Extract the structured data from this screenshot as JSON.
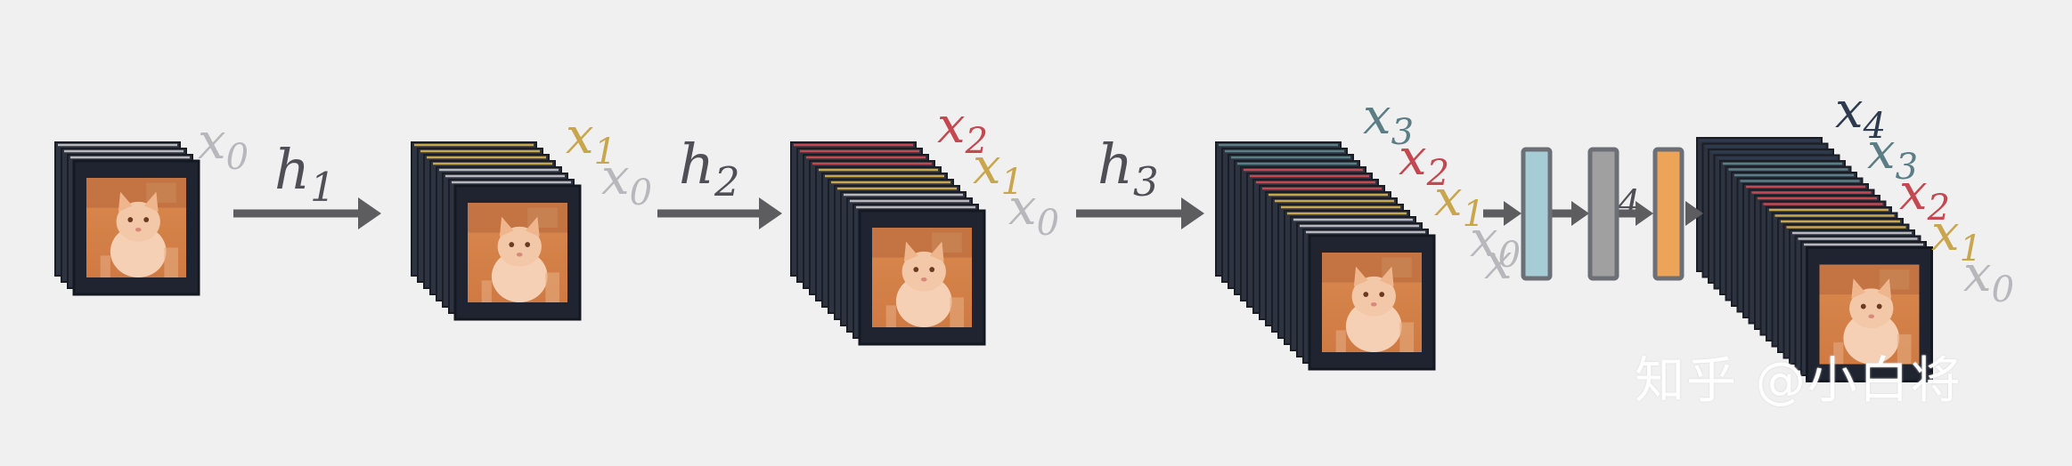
{
  "colors": {
    "background": "#f0f0f1",
    "x0": "#b7b7bc",
    "x1": "#c9a54c",
    "x2": "#c5474f",
    "x3": "#5b7e85",
    "x4": "#2e3a4d",
    "h": "#4f4f55",
    "arrow": "#5d5d60",
    "block_blue": "#a6cdd6",
    "block_gray": "#a0a0a0",
    "block_orange": "#eda358"
  },
  "stages": [
    {
      "name": "input",
      "layer_colors": [
        "x0",
        "x0",
        "x0"
      ],
      "labels": [
        {
          "text": "x",
          "sub": "0",
          "color": "x0"
        }
      ]
    },
    {
      "name": "after-h1",
      "layer_colors": [
        "x1",
        "x1",
        "x1",
        "x1",
        "x0",
        "x0",
        "x0"
      ],
      "labels": [
        {
          "text": "x",
          "sub": "1",
          "color": "x1"
        },
        {
          "text": "x",
          "sub": "0",
          "color": "x0"
        }
      ]
    },
    {
      "name": "after-h2",
      "layer_colors": [
        "x2",
        "x2",
        "x2",
        "x2",
        "x1",
        "x1",
        "x1",
        "x1",
        "x0",
        "x0",
        "x0"
      ],
      "labels": [
        {
          "text": "x",
          "sub": "2",
          "color": "x2"
        },
        {
          "text": "x",
          "sub": "1",
          "color": "x1"
        },
        {
          "text": "x",
          "sub": "0",
          "color": "x0"
        }
      ]
    },
    {
      "name": "after-h3",
      "layer_colors": [
        "x3",
        "x3",
        "x3",
        "x3",
        "x2",
        "x2",
        "x2",
        "x2",
        "x1",
        "x1",
        "x1",
        "x1",
        "x0",
        "x0",
        "x0"
      ],
      "labels": [
        {
          "text": "x",
          "sub": "3",
          "color": "x3"
        },
        {
          "text": "x",
          "sub": "2",
          "color": "x2"
        },
        {
          "text": "x",
          "sub": "1",
          "color": "x1"
        },
        {
          "text": "x",
          "sub": "0",
          "color": "x0"
        }
      ]
    },
    {
      "name": "after-h4",
      "layer_colors": [
        "x4",
        "x4",
        "x4",
        "x4",
        "x3",
        "x3",
        "x3",
        "x3",
        "x2",
        "x2",
        "x2",
        "x2",
        "x1",
        "x1",
        "x1",
        "x1",
        "x0",
        "x0",
        "x0"
      ],
      "labels": [
        {
          "text": "x",
          "sub": "4",
          "color": "x4"
        },
        {
          "text": "x",
          "sub": "3",
          "color": "x3"
        },
        {
          "text": "x",
          "sub": "2",
          "color": "x2"
        },
        {
          "text": "x",
          "sub": "1",
          "color": "x1"
        },
        {
          "text": "x",
          "sub": "0",
          "color": "x0"
        }
      ]
    }
  ],
  "transitions": [
    {
      "text": "h",
      "sub": "1"
    },
    {
      "text": "h",
      "sub": "2"
    },
    {
      "text": "h",
      "sub": "3"
    }
  ],
  "h4_block": {
    "label": {
      "text": "h",
      "sub": "4"
    },
    "partial_x0_label": "x",
    "blocks": [
      "block_blue",
      "block_gray",
      "block_orange"
    ]
  },
  "image_icon": "kitten-photo",
  "watermark": "知乎 @小白将"
}
